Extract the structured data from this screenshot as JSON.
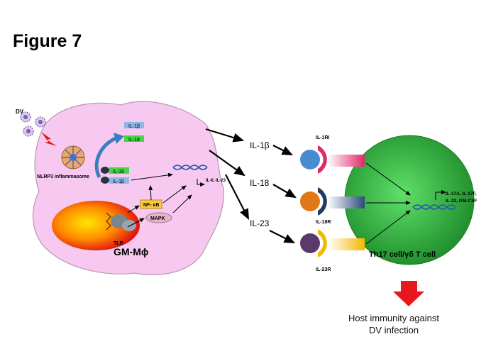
{
  "figure_title": "Figure 7",
  "virus_label": "DV",
  "inflammasome_label": "NLRP3 inflammasome",
  "pro_il1b": "IL-1β",
  "pro_il18": "IL-18",
  "mature_il18": "IL-18",
  "mature_il1b": "IL-1β",
  "tlr_label": "TLR",
  "nfkb_label": "NF- κB",
  "mapk_label": "MAPK",
  "gene_label": "IL-6, IL-23",
  "macrophage_label": "GM-Mϕ",
  "cytokines": [
    "IL-1β",
    "IL-18",
    "IL-23"
  ],
  "receptors": [
    "IL-1RI",
    "IL-18R",
    "IL-23R"
  ],
  "t_cell_label": "Th17 cell/γδ T cell",
  "t_cell_output": [
    "IL-17A, IL-17F,",
    "IL-22, GM-CSF"
  ],
  "outcome": [
    "Host immunity against",
    "DV infection"
  ],
  "colors": {
    "macrophage_fill": "#f7c9f0",
    "t_cell_fill": "#2fae3b",
    "outcome_arrow": "#e8171b",
    "il1_receptor": "#e0286a",
    "il18_receptor": "#1f3b5e",
    "il23_receptor": "#f2b800"
  }
}
